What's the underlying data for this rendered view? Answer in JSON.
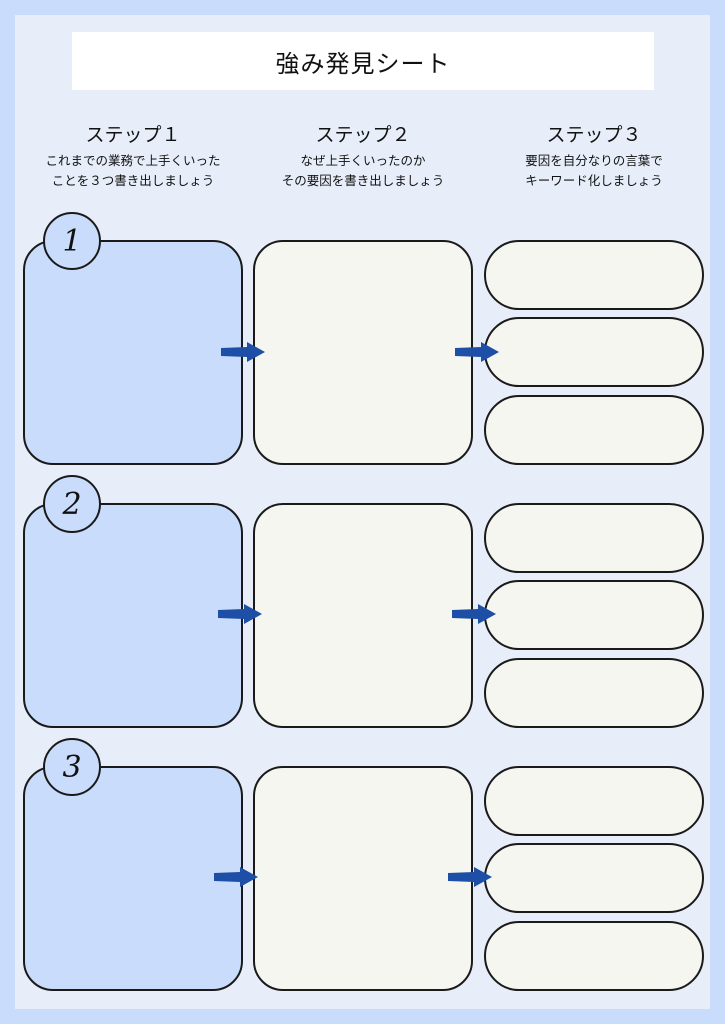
{
  "title": "強み発見シート",
  "colors": {
    "accent_blue": "#c9dcfb",
    "arrow_blue": "#1e4fa6",
    "cream": "#f5f6f0"
  },
  "steps": [
    {
      "title": "ステップ１",
      "desc_line1": "これまでの業務で上手くいった",
      "desc_line2": "ことを３つ書き出しましょう"
    },
    {
      "title": "ステップ２",
      "desc_line1": "なぜ上手くいったのか",
      "desc_line2": "その要因を書き出しましょう"
    },
    {
      "title": "ステップ３",
      "desc_line1": "要因を自分なりの言葉で",
      "desc_line2": "キーワード化しましょう"
    }
  ],
  "rows": [
    {
      "number": "1"
    },
    {
      "number": "2"
    },
    {
      "number": "3"
    }
  ]
}
